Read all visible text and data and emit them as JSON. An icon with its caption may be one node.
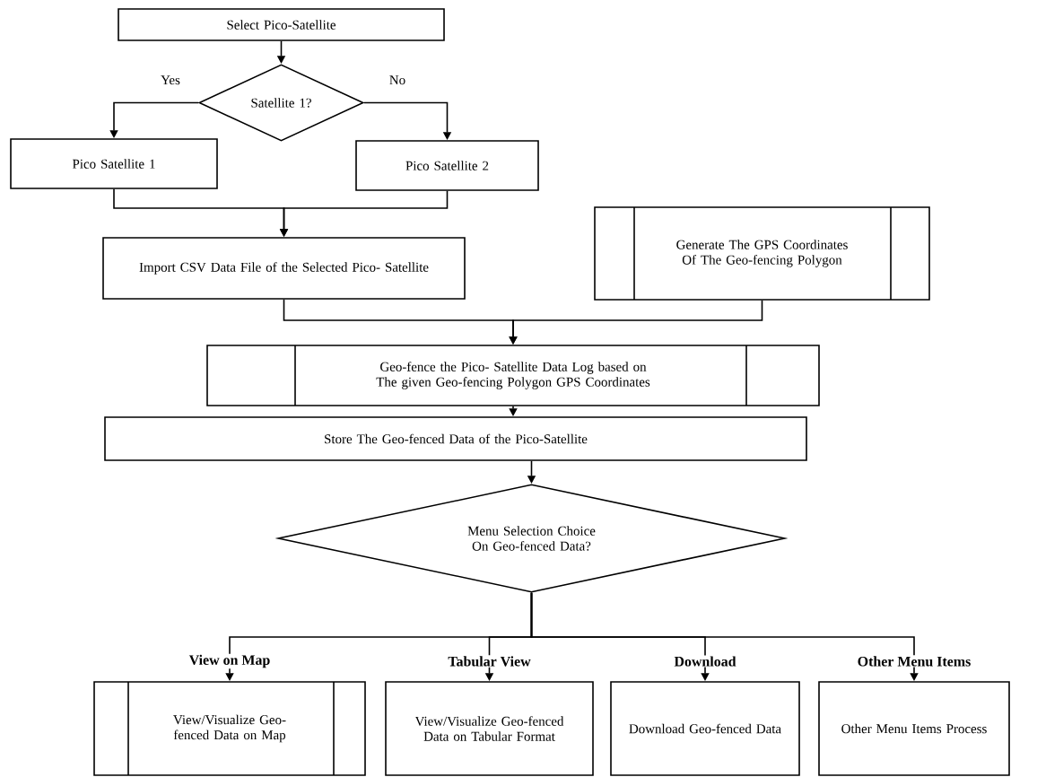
{
  "diagram": {
    "nodes": [
      {
        "text": [
          "Select Pico-Satellite"
        ]
      },
      {
        "text": [
          "Satellite 1?"
        ]
      },
      {
        "text": [
          "Pico Satellite 1"
        ]
      },
      {
        "text": [
          "Pico Satellite 2"
        ]
      },
      {
        "text": [
          "Import CSV Data File of the Selected Pico- Satellite"
        ]
      },
      {
        "text": [
          "Generate The GPS Coordinates Of The Geo-fencing Polygon"
        ]
      },
      {
        "text": [
          "Geo-fence the Pico- Satellite Data Log based on The given Geo-fencing Polygon GPS Coordinates"
        ]
      },
      {
        "text": [
          "Store The Geo-fenced Data of the Pico-Satellite"
        ]
      },
      {
        "text": [
          "Menu Selection Choice On Geo-fenced Data?"
        ]
      },
      {
        "text": [
          "View/Visualize Geo-fenced Data on Map"
        ]
      },
      {
        "text": [
          "View/Visualize Geo-fenced Data on Tabular Format"
        ]
      },
      {
        "text": [
          "Download Geo-fenced Data"
        ]
      },
      {
        "text": [
          "Other Menu Items Process"
        ]
      }
    ],
    "edges": [
      {
        "from": 0,
        "to": 1,
        "arrow": "to"
      },
      {
        "from": 1,
        "to": 2,
        "arrow": "to",
        "label": "Yes"
      },
      {
        "from": 1,
        "to": 3,
        "arrow": "to",
        "label": "No"
      },
      {
        "from": 2,
        "to": 4,
        "arrow": "to"
      },
      {
        "from": 3,
        "to": 4,
        "arrow": "to"
      },
      {
        "from": 4,
        "to": 6,
        "arrow": "to"
      },
      {
        "from": 5,
        "to": 6,
        "arrow": "to"
      },
      {
        "from": 6,
        "to": 7,
        "arrow": "to"
      },
      {
        "from": 7,
        "to": 8,
        "arrow": "to"
      },
      {
        "from": 8,
        "to": 9,
        "arrow": "to",
        "label": "View on Map"
      },
      {
        "from": 8,
        "to": 10,
        "arrow": "to",
        "label": "Tabular View"
      },
      {
        "from": 8,
        "to": 11,
        "arrow": "to",
        "label": "Download"
      },
      {
        "from": 8,
        "to": 12,
        "arrow": "to",
        "label": "Other Menu Items"
      }
    ]
  }
}
